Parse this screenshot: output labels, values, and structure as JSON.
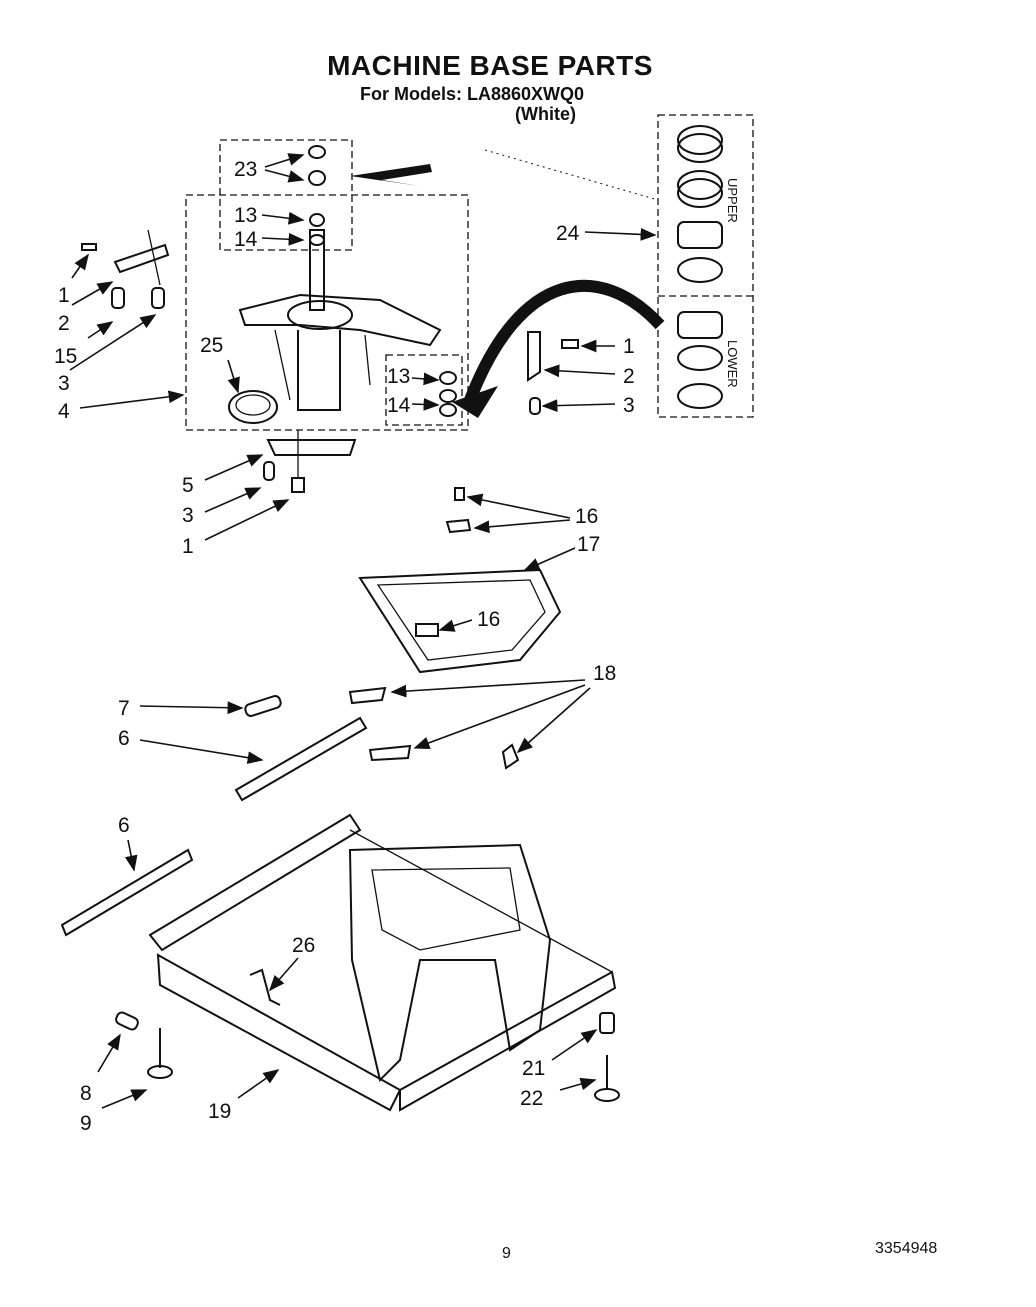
{
  "header": {
    "title": "MACHINE BASE PARTS",
    "models_line": "For Models:  LA8860XWQ0",
    "color_line": "(White)"
  },
  "footer": {
    "page_number": "9",
    "doc_number": "3354948"
  },
  "inset": {
    "upper_label": "UPPER",
    "lower_label": "LOWER"
  },
  "callouts": {
    "c23": "23",
    "c13a": "13",
    "c14a": "14",
    "c24": "24",
    "c1a": "1",
    "c2a": "2",
    "c15": "15",
    "c3a": "3",
    "c25": "25",
    "c4": "4",
    "c1b": "1",
    "c2b": "2",
    "c3b": "3",
    "c13b": "13",
    "c14b": "14",
    "c5": "5",
    "c3c": "3",
    "c1c": "1",
    "c16a": "16",
    "c17": "17",
    "c16b": "16",
    "c7": "7",
    "c6a": "6",
    "c18": "18",
    "c6b": "6",
    "c26": "26",
    "c8": "8",
    "c9": "9",
    "c19": "19",
    "c21": "21",
    "c22": "22"
  }
}
